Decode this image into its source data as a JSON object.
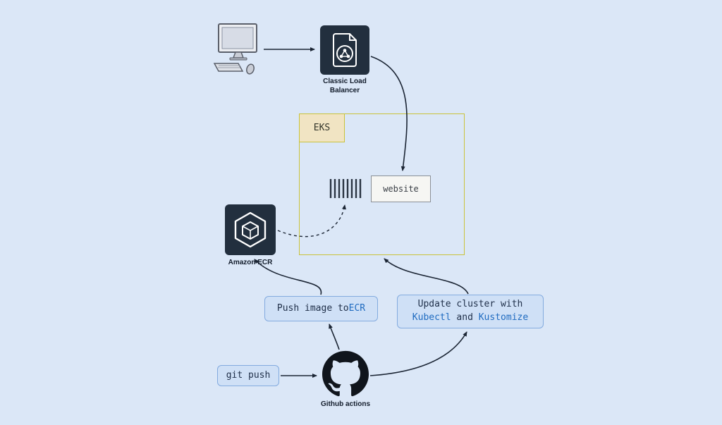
{
  "colors": {
    "background": "#dbe7f7",
    "aws_dark": "#222f3e",
    "accent_blue": "#1f6bc0",
    "badge_bg": "#cfe0f6",
    "badge_border": "#83abdf",
    "eks_border": "#c9c23a",
    "eks_tab_bg": "#f1e4c3",
    "arrow": "#1b2534"
  },
  "icons": {
    "computer": "desktop-computer-icon",
    "clb": "classic-load-balancer-icon",
    "container": "container-image-icon",
    "ecr": "amazon-ecr-icon",
    "github": "github-octocat-icon"
  },
  "nodes": {
    "clb": {
      "label": "Classic Load Balancer"
    },
    "eks": {
      "label": "EKS"
    },
    "website": {
      "label": "website"
    },
    "ecr": {
      "label": "Amazon ECR"
    },
    "github": {
      "label": "Github actions"
    }
  },
  "badges": {
    "push": {
      "prefix": "Push image to ",
      "highlight": "ECR"
    },
    "update": {
      "line1": "Update cluster with",
      "kubectl": "Kubectl",
      "mid": " and ",
      "kustomize": "Kustomize"
    },
    "gitpush": {
      "label": "git push"
    }
  }
}
